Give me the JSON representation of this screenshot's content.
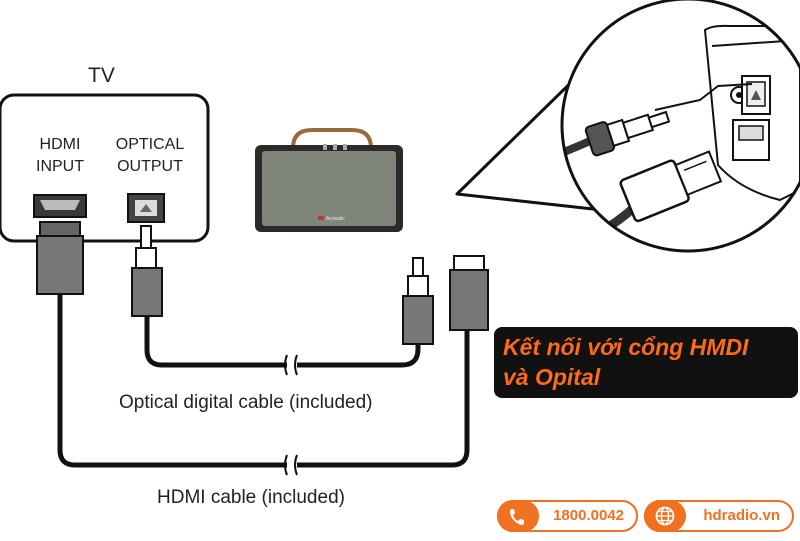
{
  "tv": {
    "title": "TV",
    "hdmi_label_line1": "HDMI",
    "hdmi_label_line2": "INPUT",
    "optical_label_line1": "OPTICAL",
    "optical_label_line2": "OUTPUT"
  },
  "cables": {
    "optical": "Optical digital cable (included)",
    "hdmi": "HDMI cable (included)"
  },
  "speaker": {
    "logo_text": "Acoustic"
  },
  "callout": {
    "line1": "Kết nối với cổng HMDI",
    "line2": "và Opital"
  },
  "footer": {
    "phone": "1800.0042",
    "website": "hdradio.vn"
  },
  "colors": {
    "accent": "#f0711f",
    "cable": "#111111",
    "speaker_body": "#7f8579"
  }
}
